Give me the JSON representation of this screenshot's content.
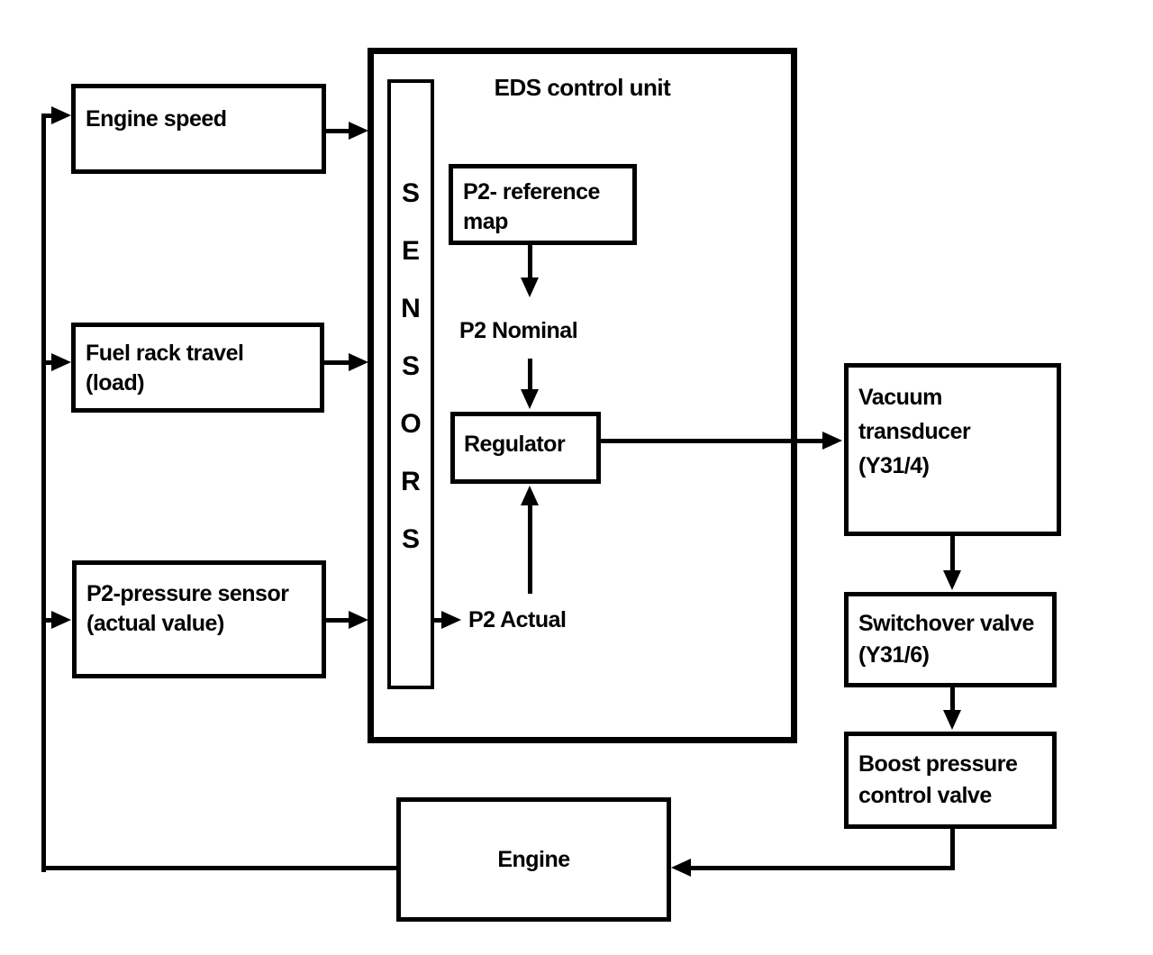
{
  "colors": {
    "ink": "#000000",
    "paper": "#ffffff"
  },
  "eds": {
    "title": "EDS control unit",
    "sensors_vertical_text": "SENSORS"
  },
  "nodes": {
    "engine_speed": "Engine speed",
    "fuel_rack_travel": "Fuel rack travel\n(load)",
    "p2_pressure_sensor": "P2-pressure sensor\n(actual value)",
    "p2_reference_map": "P2- reference\nmap",
    "p2_nominal": "P2 Nominal",
    "regulator": "Regulator",
    "p2_actual": "P2 Actual",
    "vacuum_transducer": "Vacuum\ntransducer\n(Y31/4)",
    "switchover_valve": "Switchover valve\n(Y31/6)",
    "boost_pressure_control_valve": "Boost pressure\ncontrol valve",
    "engine": "Engine"
  }
}
